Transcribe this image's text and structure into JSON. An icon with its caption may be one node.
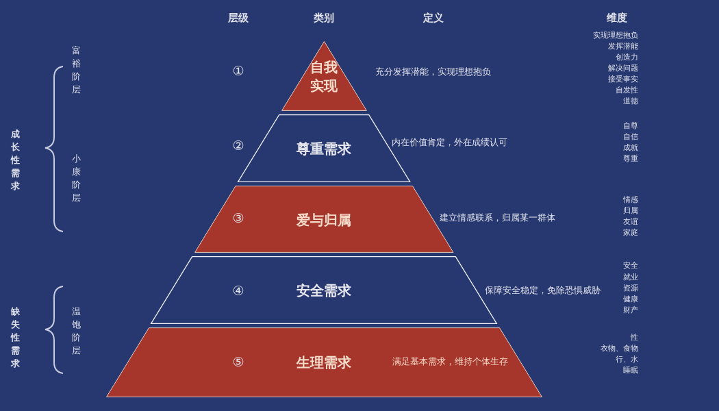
{
  "diagram": {
    "nodes": [
      {
        "text": [
          "自我实现"
        ],
        "beside": [
          "①",
          "充分发挥潜能，实现理想抱负"
        ]
      },
      {
        "text": [
          "尊重需求"
        ],
        "beside": [
          "②",
          "内在价值肯定，外在成绩认可"
        ]
      },
      {
        "text": [
          "③",
          "爱与归属"
        ],
        "beside": [
          "建立情感联系，归属某一群体"
        ]
      },
      {
        "text": [
          "④",
          "安全需求"
        ],
        "beside": [
          "保障安全稳定，免除恐惧威胁"
        ]
      },
      {
        "text": [
          "⑤",
          "生理需求",
          "满足基本需求，维持个体生存"
        ]
      }
    ],
    "edges": [],
    "labels": [
      "层级",
      "类别",
      "定义",
      "维度",
      "富裕阶层",
      "成长性需求",
      "小康阶层",
      "缺失性需求",
      "温饱阶层",
      "实现理想抱负",
      "发挥潜能",
      "创造力",
      "解决问题",
      "接受事实",
      "自发性",
      "道德",
      "自尊",
      "自信",
      "成就",
      "尊重",
      "情感",
      "归属",
      "友谊",
      "家庭",
      "安全",
      "就业",
      "资源",
      "健康",
      "财产",
      "性",
      "衣物、食物",
      "行、水",
      "睡眠"
    ]
  }
}
